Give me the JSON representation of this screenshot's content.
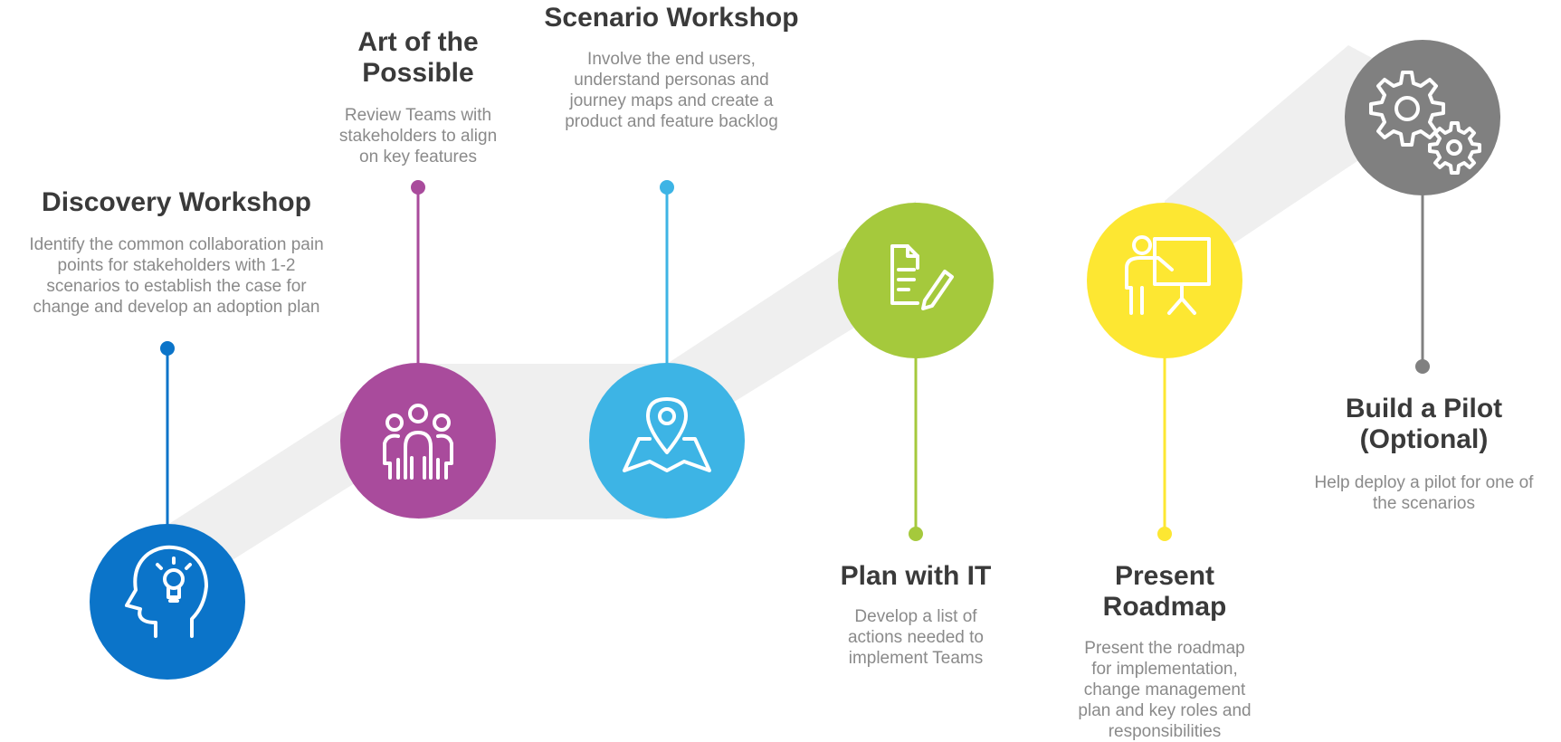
{
  "colors": {
    "band": "#efefef",
    "discovery": "#0b74c9",
    "art": "#a94b9c",
    "scenario": "#3db4e5",
    "plan": "#a5c93c",
    "roadmap": "#fde732",
    "pilot": "#808080",
    "title_text": "#3a3a3a",
    "desc_text": "#8a8a8a"
  },
  "steps": [
    {
      "key": "discovery",
      "icon": "head-lightbulb-icon",
      "title": "Discovery Workshop",
      "desc_lines": [
        "Identify the common collaboration pain",
        "points for stakeholders with 1-2",
        "scenarios to establish the case for",
        "change and develop an adoption plan"
      ]
    },
    {
      "key": "art",
      "icon": "people-group-icon",
      "title_lines": [
        "Art of the",
        "Possible"
      ],
      "desc_lines": [
        "Review Teams with",
        "stakeholders to align",
        "on key features"
      ]
    },
    {
      "key": "scenario",
      "icon": "map-pin-icon",
      "title": "Scenario Workshop",
      "desc_lines": [
        "Involve the end users,",
        "understand personas and",
        "journey maps and create a",
        "product and feature backlog"
      ]
    },
    {
      "key": "plan",
      "icon": "document-pencil-icon",
      "title": "Plan with IT",
      "desc_lines": [
        "Develop a list of",
        "actions needed to",
        "implement Teams"
      ]
    },
    {
      "key": "roadmap",
      "icon": "presenter-board-icon",
      "title_lines": [
        "Present",
        "Roadmap"
      ],
      "desc_lines": [
        "Present the roadmap",
        "for implementation,",
        "change management",
        "plan and key roles and",
        "responsibilities"
      ]
    },
    {
      "key": "pilot",
      "icon": "gears-icon",
      "title_lines": [
        "Build a Pilot",
        "(Optional)"
      ],
      "desc_lines": [
        "Help deploy a pilot for one of",
        "the scenarios"
      ]
    }
  ]
}
